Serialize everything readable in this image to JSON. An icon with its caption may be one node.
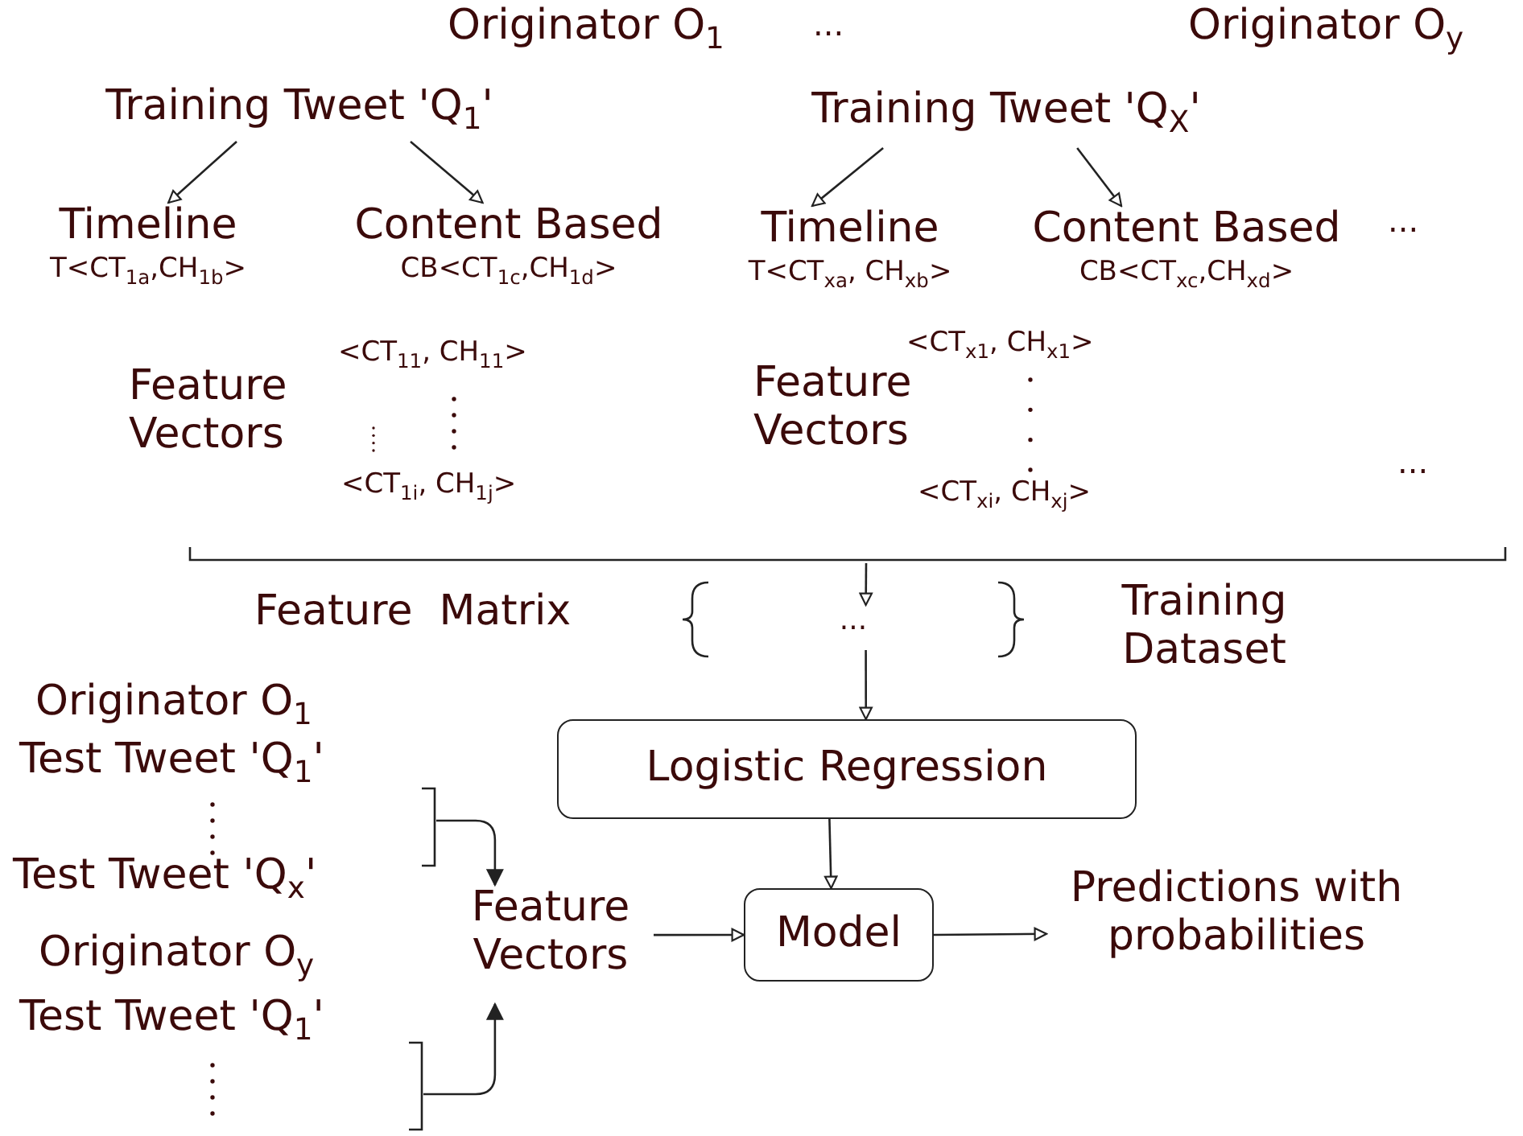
{
  "diagram": {
    "nodes": [
      {
        "text": [
          "Training Tweet 'Q$_{1}$'"
        ]
      },
      {
        "text": [
          "Timeline",
          "T<CT$_{1a}$,CH$_{1b}$>"
        ]
      },
      {
        "text": [
          "Content Based",
          "CB<CT$_{1c}$,CH$_{1d}$>"
        ]
      },
      {
        "text": [
          "Training Tweet 'Q$_{X}$'"
        ]
      },
      {
        "text": [
          "Timeline",
          "T<CT$_{xa}$, CH$_{xb}$>"
        ]
      },
      {
        "text": [
          "Content Based",
          "CB<CT$_{xc}$,CH$_{xd}$>"
        ]
      },
      {
        "text": [
          "Logistic Regression"
        ]
      },
      {
        "text": [
          "Feature Vectors"
        ]
      },
      {
        "text": [
          "Model"
        ]
      },
      {
        "text": [
          "Predictions with probabilities"
        ]
      },
      {
        "text": [
          "..."
        ]
      }
    ],
    "edges": [
      {
        "from": 0,
        "to": 1,
        "arrow": "to"
      },
      {
        "from": 0,
        "to": 2,
        "arrow": "to"
      },
      {
        "from": 3,
        "to": 4,
        "arrow": "to"
      },
      {
        "from": 3,
        "to": 5,
        "arrow": "to"
      },
      {
        "from": null,
        "to": 10,
        "arrow": "to"
      },
      {
        "from": 10,
        "to": 6,
        "arrow": "to"
      },
      {
        "from": null,
        "to": 7,
        "arrow": "to"
      },
      {
        "from": null,
        "to": 7,
        "arrow": "to"
      },
      {
        "from": 6,
        "to": 8,
        "arrow": "to"
      },
      {
        "from": 7,
        "to": 8,
        "arrow": "to"
      },
      {
        "from": 8,
        "to": 9,
        "arrow": "to"
      }
    ],
    "labels": [
      "Originator O$_{1}$",
      "...",
      "Originator O$_{y}$",
      "...",
      "Feature Vectors",
      "<CT$_{11}$, CH$_{11}$>",
      "<CT$_{1i}$, CH$_{1j}$>",
      "Feature Vectors",
      "<CT$_{x1}$, CH$_{x1}$>",
      "<CT$_{xi}$, CH$_{xj}$>",
      "...",
      "Feature  Matrix",
      "Training Dataset",
      "Originator O$_{1}$",
      "Test Tweet 'Q$_{1}$'",
      "Test Tweet 'Q$_{x}$'",
      "Originator O$_{y}$",
      "Test Tweet 'Q$_{1}$'"
    ]
  }
}
